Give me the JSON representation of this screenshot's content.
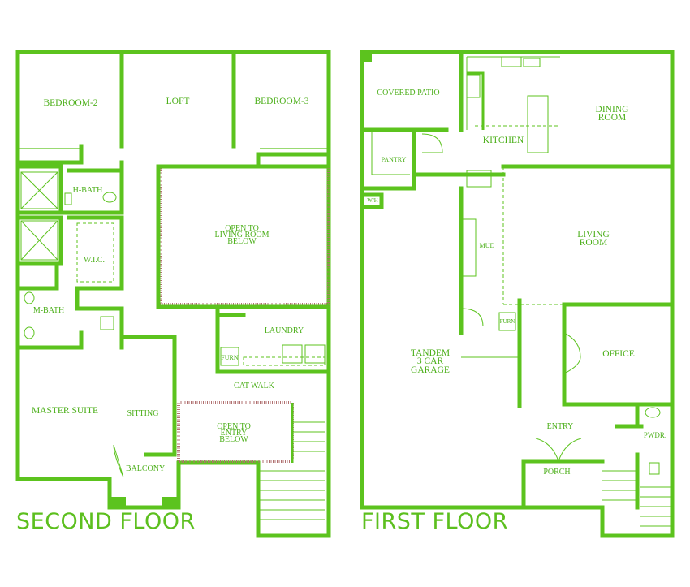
{
  "colors": {
    "wall": "#5cc31e",
    "label": "#4caf1a",
    "background": "#ffffff"
  },
  "second_floor": {
    "title": "SECOND FLOOR",
    "rooms": {
      "bedroom2": "BEDROOM-2",
      "loft": "LOFT",
      "bedroom3": "BEDROOM-3",
      "hbath": "H-BATH",
      "open_living_1": "OPEN TO",
      "open_living_2": "LIVING ROOM",
      "open_living_3": "BELOW",
      "wic": "W.I.C.",
      "mbath": "M-BATH",
      "laundry": "LAUNDRY",
      "furn": "FURN",
      "catwalk": "CAT WALK",
      "master_suite": "MASTER SUITE",
      "sitting": "SITTING",
      "open_entry_1": "OPEN TO",
      "open_entry_2": "ENTRY",
      "open_entry_3": "BELOW",
      "balcony": "BALCONY"
    }
  },
  "first_floor": {
    "title": "FIRST FLOOR",
    "rooms": {
      "covered_patio": "COVERED PATIO",
      "pantry": "PANTRY",
      "kitchen": "KITCHEN",
      "dining_1": "DINING",
      "dining_2": "ROOM",
      "wh": "W/H",
      "mud": "MUD",
      "living_1": "LIVING",
      "living_2": "ROOM",
      "garage_1": "TANDEM",
      "garage_2": "3 CAR",
      "garage_3": "GARAGE",
      "furn": "FURN",
      "office": "OFFICE",
      "entry": "ENTRY",
      "pwdr": "PWDR.",
      "porch": "PORCH"
    }
  }
}
